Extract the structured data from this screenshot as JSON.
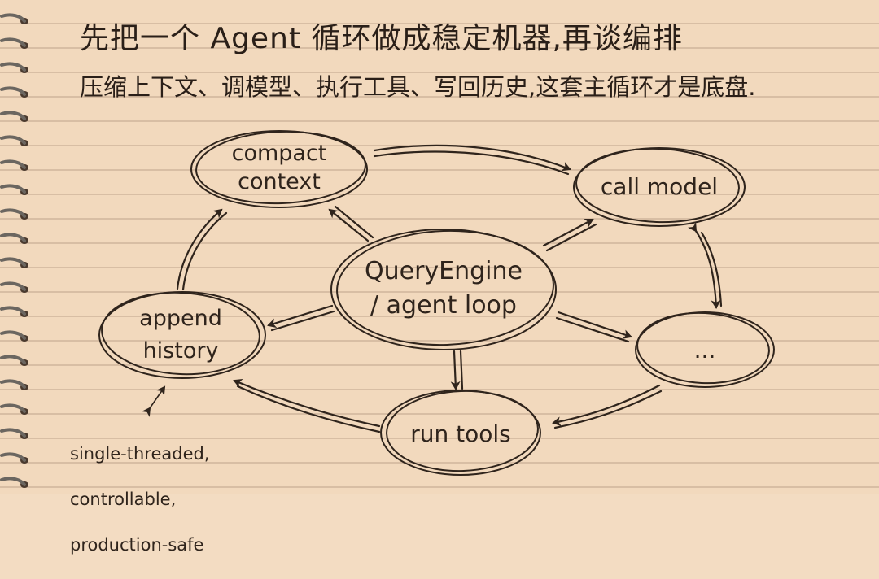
{
  "header": {
    "title": "先把一个 Agent 循环做成稳定机器,再谈编排",
    "subtitle": "压缩上下文、调模型、执行工具、写回历史,这套主循环才是底盘."
  },
  "nodes": {
    "compact": [
      "compact",
      "context"
    ],
    "call_model": [
      "call model"
    ],
    "engine": [
      "QueryEngine",
      "/ agent loop"
    ],
    "ellipsis": [
      "..."
    ],
    "run_tools": [
      "run tools"
    ],
    "append": [
      "append",
      "history"
    ]
  },
  "note": {
    "lines": [
      "single-threaded,",
      "controllable,",
      "production-safe"
    ]
  },
  "colors": {
    "ink": "#2f241c",
    "paper": "#f2d9bd",
    "rule": "#b5a08a"
  }
}
